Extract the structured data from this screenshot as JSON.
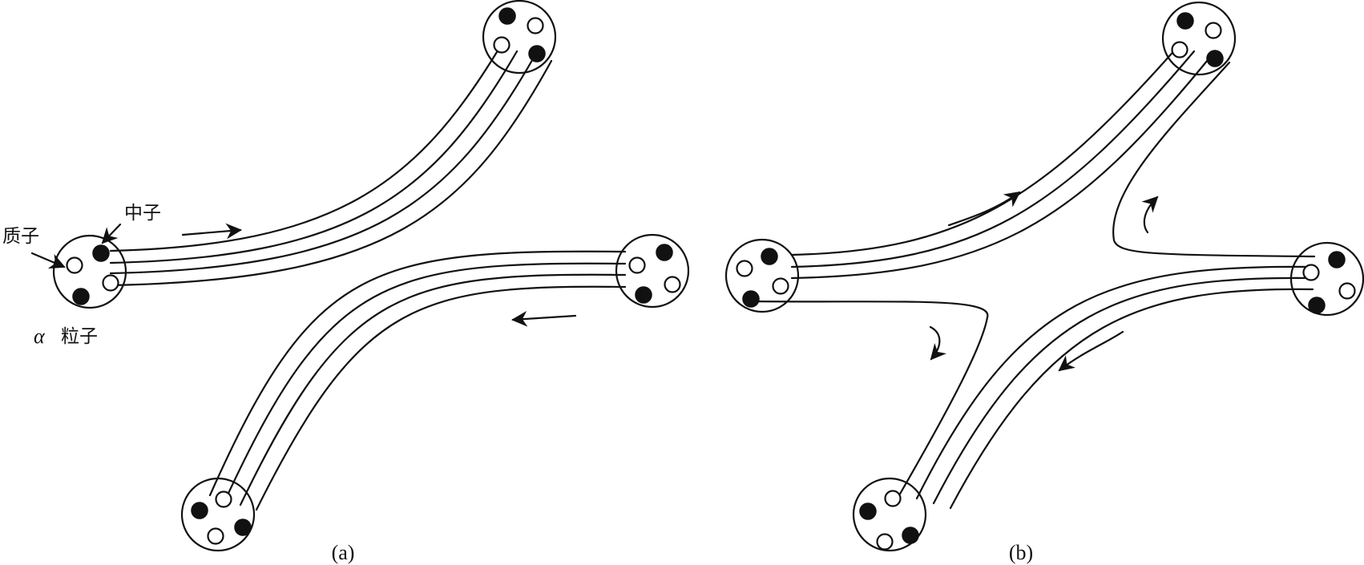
{
  "labels": {
    "proton": "质子",
    "neutron": "中子",
    "alpha_greek": "α",
    "alpha_cjk": "粒子"
  },
  "panels": [
    {
      "caption": "(a)"
    },
    {
      "caption": "(b)"
    }
  ],
  "colors": {
    "ink": "#111111",
    "background": "#ffffff"
  }
}
